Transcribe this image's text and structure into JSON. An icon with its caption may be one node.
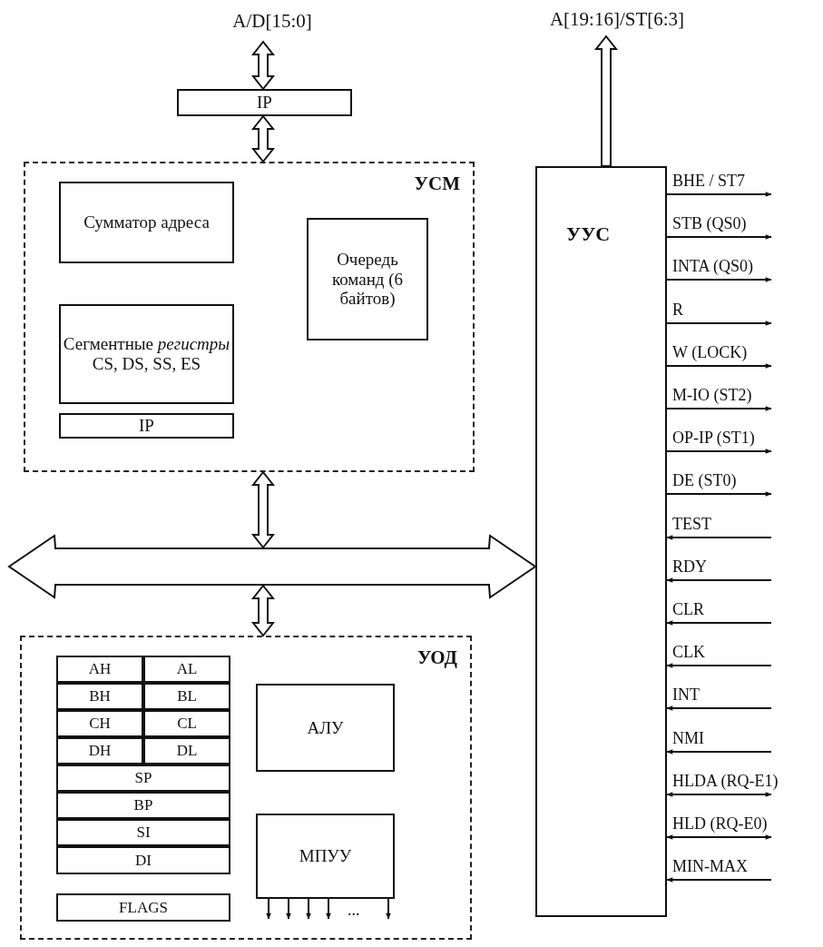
{
  "diagram": {
    "nodes": [
      {
        "text": [
          "A/D[15:0]"
        ]
      },
      {
        "text": [
          "IP"
        ]
      },
      {
        "text": [
          "УСМ"
        ]
      },
      {
        "text": [
          "Сумматор адреса"
        ],
        "in": 2
      },
      {
        "text": [
          "Очередь команд (6 байтов)"
        ],
        "in": 2
      },
      {
        "text": [
          "Сегментные *регистры* CS, DS, SS, ES"
        ],
        "in": 2
      },
      {
        "text": [
          "IP"
        ],
        "in": 2
      },
      {
        "text": [
          "A[19:16]/ST[6:3]"
        ]
      },
      {
        "text": [
          "УУС"
        ]
      },
      {
        "text": [],
        "shape": "bar"
      },
      {
        "text": [
          "УОД"
        ]
      },
      {
        "text": [
          "AH"
        ],
        "in": 10
      },
      {
        "text": [
          "AL"
        ],
        "in": 10
      },
      {
        "text": [
          "BH"
        ],
        "in": 10
      },
      {
        "text": [
          "BL"
        ],
        "in": 10
      },
      {
        "text": [
          "CH"
        ],
        "in": 10
      },
      {
        "text": [
          "CL"
        ],
        "in": 10
      },
      {
        "text": [
          "DH"
        ],
        "in": 10
      },
      {
        "text": [
          "DL"
        ],
        "in": 10
      },
      {
        "text": [
          "SP"
        ],
        "in": 10
      },
      {
        "text": [
          "BP"
        ],
        "in": 10
      },
      {
        "text": [
          "SI"
        ],
        "in": 10
      },
      {
        "text": [
          "DI"
        ],
        "in": 10
      },
      {
        "text": [
          "FLAGS"
        ],
        "in": 10
      },
      {
        "text": [
          "АЛУ"
        ],
        "in": 10
      },
      {
        "text": [
          "МПУУ"
        ],
        "in": 10
      }
    ],
    "edges": [
      {
        "from": 0,
        "to": 1,
        "arrow": "both"
      },
      {
        "from": 1,
        "to": 2,
        "arrow": "both"
      },
      {
        "from": 8,
        "to": 7,
        "arrow": "to"
      },
      {
        "from": 2,
        "to": 9,
        "arrow": "both"
      },
      {
        "from": 9,
        "to": 10,
        "arrow": "both"
      },
      {
        "from": 9,
        "to": null,
        "arrow": "to"
      },
      {
        "from": 9,
        "to": 8,
        "arrow": "to"
      },
      {
        "from": 8,
        "to": null,
        "arrow": "to",
        "label": "BHE / ST7"
      },
      {
        "from": 8,
        "to": null,
        "arrow": "to",
        "label": "STB (QS0)"
      },
      {
        "from": 8,
        "to": null,
        "arrow": "to",
        "label": "INTA (QS0)"
      },
      {
        "from": 8,
        "to": null,
        "arrow": "to",
        "label": "R"
      },
      {
        "from": 8,
        "to": null,
        "arrow": "to",
        "label": "W (LOCK)"
      },
      {
        "from": 8,
        "to": null,
        "arrow": "to",
        "label": "M-IO (ST2)"
      },
      {
        "from": 8,
        "to": null,
        "arrow": "to",
        "label": "OP-IP (ST1)"
      },
      {
        "from": 8,
        "to": null,
        "arrow": "to",
        "label": "DE (ST0)"
      },
      {
        "from": null,
        "to": 8,
        "arrow": "to",
        "label": "TEST"
      },
      {
        "from": null,
        "to": 8,
        "arrow": "to",
        "label": "RDY"
      },
      {
        "from": null,
        "to": 8,
        "arrow": "to",
        "label": "CLR"
      },
      {
        "from": null,
        "to": 8,
        "arrow": "to",
        "label": "CLK"
      },
      {
        "from": null,
        "to": 8,
        "arrow": "to",
        "label": "INT"
      },
      {
        "from": null,
        "to": 8,
        "arrow": "to",
        "label": "NMI"
      },
      {
        "from": 8,
        "to": null,
        "arrow": "both",
        "label": "HLDA (RQ-E1)"
      },
      {
        "from": 8,
        "to": null,
        "arrow": "both",
        "label": "HLD (RQ-E0)"
      },
      {
        "from": null,
        "to": 8,
        "arrow": "to",
        "label": "MIN-MAX"
      },
      {
        "from": 25,
        "to": null,
        "arrow": "to"
      },
      {
        "from": 25,
        "to": null,
        "arrow": "to"
      },
      {
        "from": 25,
        "to": null,
        "arrow": "to"
      },
      {
        "from": 25,
        "to": null,
        "arrow": "to"
      },
      {
        "from": 25,
        "to": null,
        "arrow": "to"
      }
    ],
    "labels": [
      "..."
    ]
  }
}
